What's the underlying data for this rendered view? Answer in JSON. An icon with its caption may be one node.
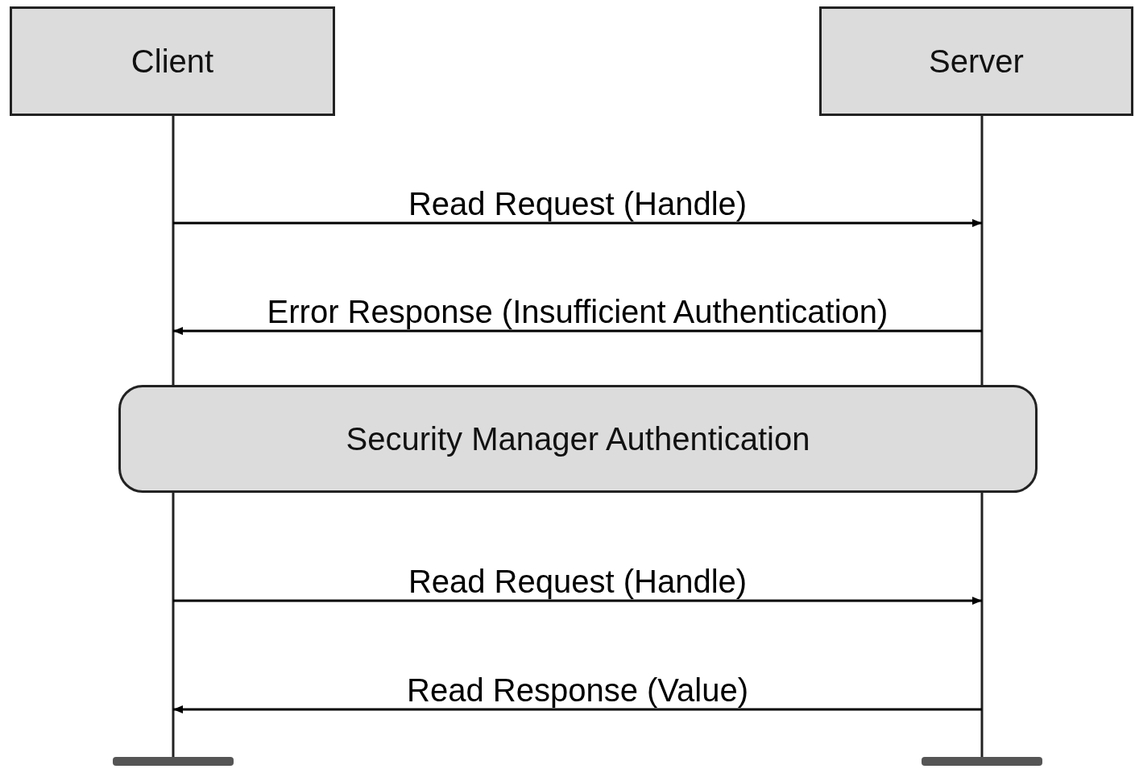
{
  "diagram": {
    "nodes": [
      {
        "text": [
          "Client"
        ]
      },
      {
        "text": [
          "Server"
        ]
      },
      {
        "text": [
          "Security Manager Authentication"
        ]
      }
    ],
    "edges": [
      {
        "from": 0,
        "to": 1,
        "arrow": "to",
        "label": "Read Request (Handle)"
      },
      {
        "from": 1,
        "to": 0,
        "arrow": "to",
        "label": "Error Response (Insufficient Authentication)"
      },
      {
        "from": 0,
        "to": 1,
        "arrow": "to",
        "label": "Read Request (Handle)"
      },
      {
        "from": 1,
        "to": 0,
        "arrow": "to",
        "label": "Read Response (Value)"
      }
    ]
  }
}
